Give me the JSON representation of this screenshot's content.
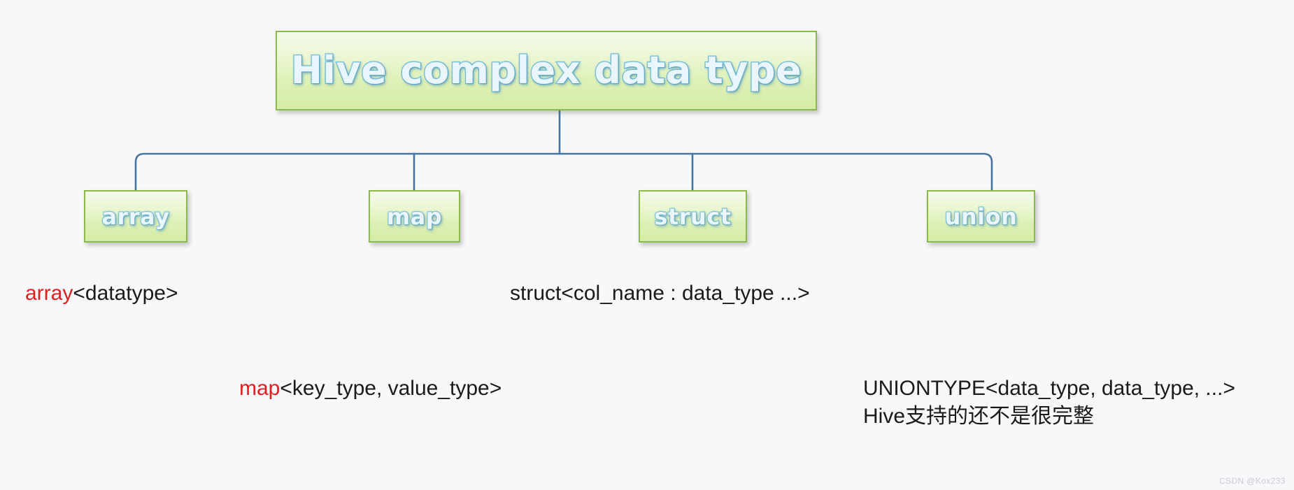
{
  "diagram": {
    "title_node": {
      "id": "hive-complex-data-type",
      "label": "Hive complex data type"
    },
    "child_nodes": [
      {
        "id": "array",
        "label": "array"
      },
      {
        "id": "map",
        "label": "map"
      },
      {
        "id": "struct",
        "label": "struct"
      },
      {
        "id": "union",
        "label": "union"
      }
    ],
    "captions": {
      "array": {
        "keyword": "array",
        "rest": "<datatype>"
      },
      "struct": {
        "keyword": "",
        "rest": "struct<col_name : data_type ...>"
      },
      "map": {
        "keyword": "map",
        "rest": "<key_type, value_type>"
      },
      "union": {
        "keyword": "",
        "line1": "UNIONTYPE<data_type, data_type, ...>",
        "line2": "Hive支持的还不是很完整"
      }
    },
    "colors": {
      "background": "#f8f8fb",
      "node_border": "#8cb84e",
      "node_fill_top": "#f4faea",
      "node_fill_bottom": "#d4eca4",
      "node_text": "#eaf6fd",
      "node_text_outline": "#7fc3de",
      "connector_line": "#46749f",
      "caption_text": "#1a1a1a",
      "keyword_red": "#e02020",
      "watermark_text": "#c9ccd4"
    }
  },
  "watermark": {
    "text": "CSDN @Kox233"
  }
}
